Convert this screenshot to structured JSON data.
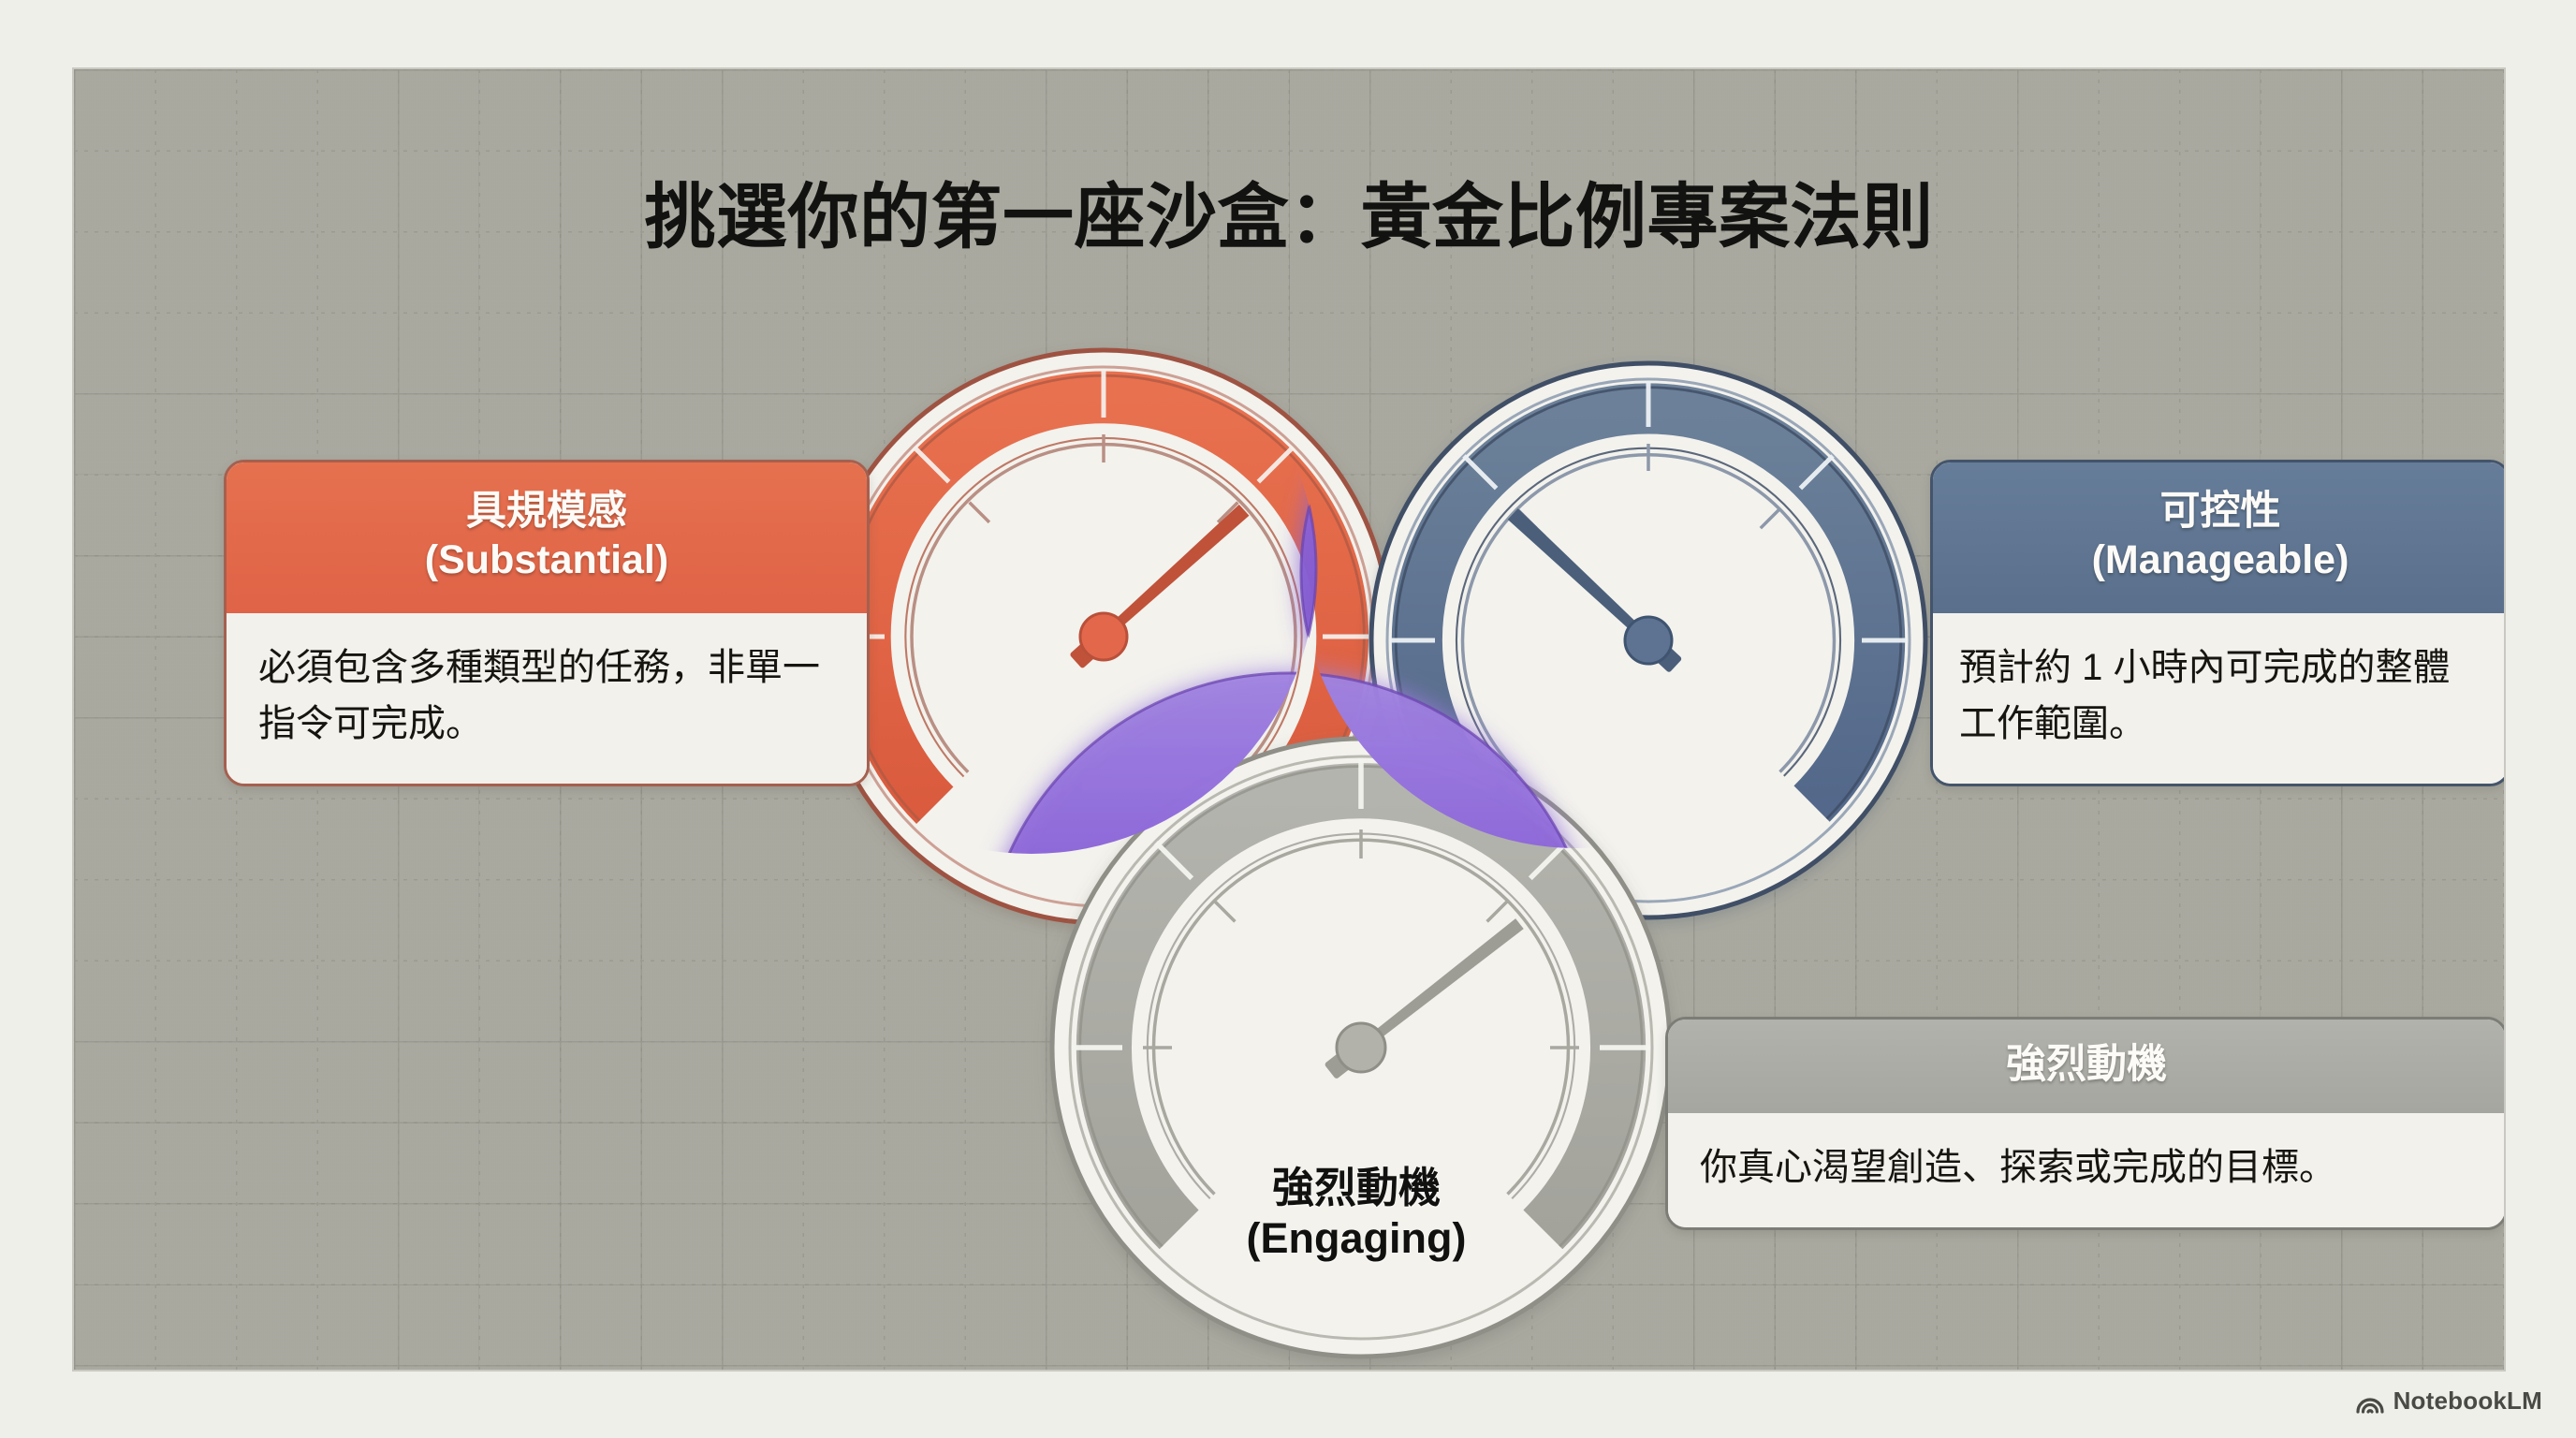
{
  "page": {
    "title": "挑選你的第一座沙盒：黃金比例專案法則",
    "background_color": "#efefe9",
    "panel_color": "#f1f1ec"
  },
  "cards": {
    "substantial": {
      "heading_zh": "具規模感",
      "heading_en": "(Substantial)",
      "body": "必須包含多種類型的任務，非單一指令可完成。",
      "accent_color": "#e06347",
      "border_color": "#a5604f"
    },
    "manageable": {
      "heading_zh": "可控性",
      "heading_en": "(Manageable)",
      "body": "預計約 1 小時內可完成的整體工作範圍。",
      "accent_color": "#5a6f8b",
      "border_color": "#44546b"
    },
    "engaging": {
      "heading_zh": "強烈動機",
      "heading_en": "",
      "body": "你真心渴望創造、探索或完成的目標。",
      "accent_color": "#a6a6a0",
      "border_color": "#7d7d77"
    }
  },
  "gauges": {
    "substantial": {
      "label": "具規模感",
      "color": "#e06347",
      "needle_angle_deg": 48
    },
    "manageable": {
      "label": "可控性",
      "color": "#5a6f8b",
      "needle_angle_deg": -47
    },
    "engaging": {
      "label_zh": "強烈動機",
      "label_en": "(Engaging)",
      "color": "#a6a6a0",
      "needle_angle_deg": 52
    }
  },
  "overlap": {
    "color": "#7d53c9",
    "description": "three-circle venn intersection"
  },
  "watermark": {
    "label": "NotebookLM",
    "icon": "notebooklm-spiral-icon"
  }
}
